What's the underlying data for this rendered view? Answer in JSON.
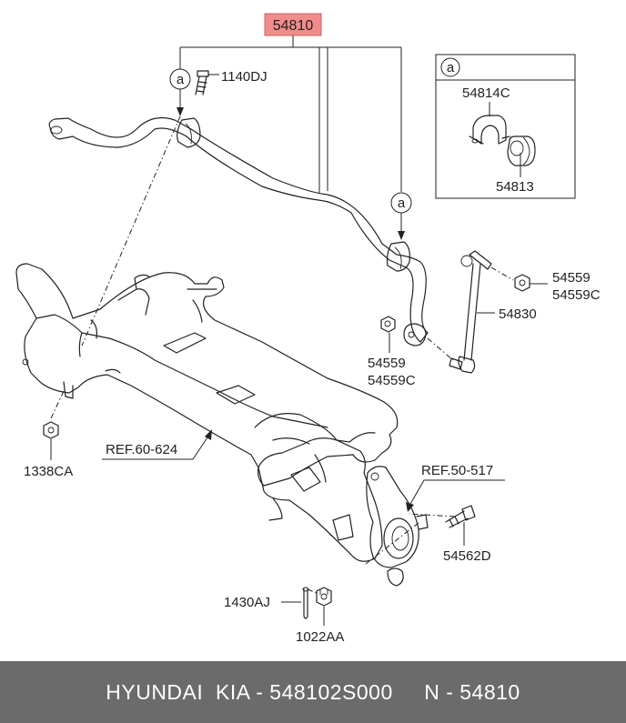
{
  "diagram": {
    "main_part": "54810",
    "highlight_color": "#f28b8b",
    "callout_symbol": "a",
    "labels": {
      "p1140DJ": "1140DJ",
      "p54814C": "54814C",
      "p54813": "54813",
      "p54559_right": "54559",
      "p54559C_right": "54559C",
      "p54830": "54830",
      "p54559_left": "54559",
      "p54559C_left": "54559C",
      "p1338CA": "1338CA",
      "ref60624": "REF.60-624",
      "ref50517": "REF.50-517",
      "p54562D": "54562D",
      "p1430AJ": "1430AJ",
      "p1022AA": "1022AA"
    }
  },
  "footer": {
    "text": "HYUNDAI  KIA - 548102S000     N - 54810",
    "background": "#6b6b6b"
  }
}
